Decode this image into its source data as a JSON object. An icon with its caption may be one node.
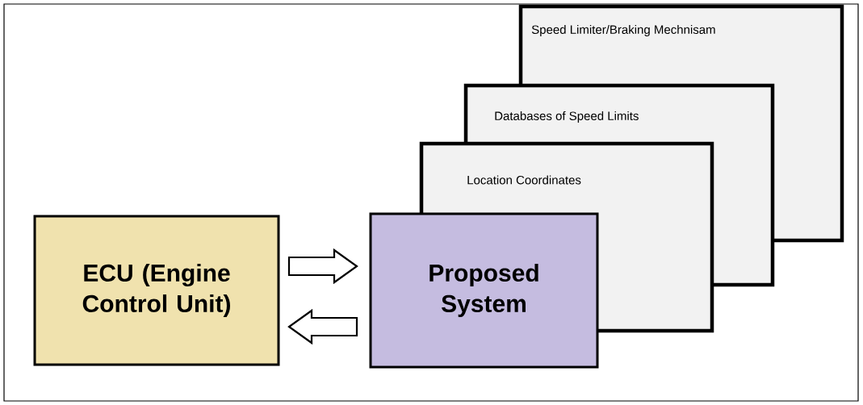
{
  "diagram": {
    "nodes": [
      {
        "text": [
          "ECU (Engine Control Unit)"
        ]
      },
      {
        "text": [
          "Proposed System"
        ]
      },
      {
        "text": [
          "Location Coordinates"
        ]
      },
      {
        "text": [
          "Databases of Speed Limits"
        ]
      },
      {
        "text": [
          "Speed Limiter/Braking Mechnisam"
        ]
      }
    ],
    "edges": [
      {
        "from": 0,
        "to": 1,
        "arrow": "to"
      },
      {
        "from": 1,
        "to": 0,
        "arrow": "to"
      }
    ]
  }
}
